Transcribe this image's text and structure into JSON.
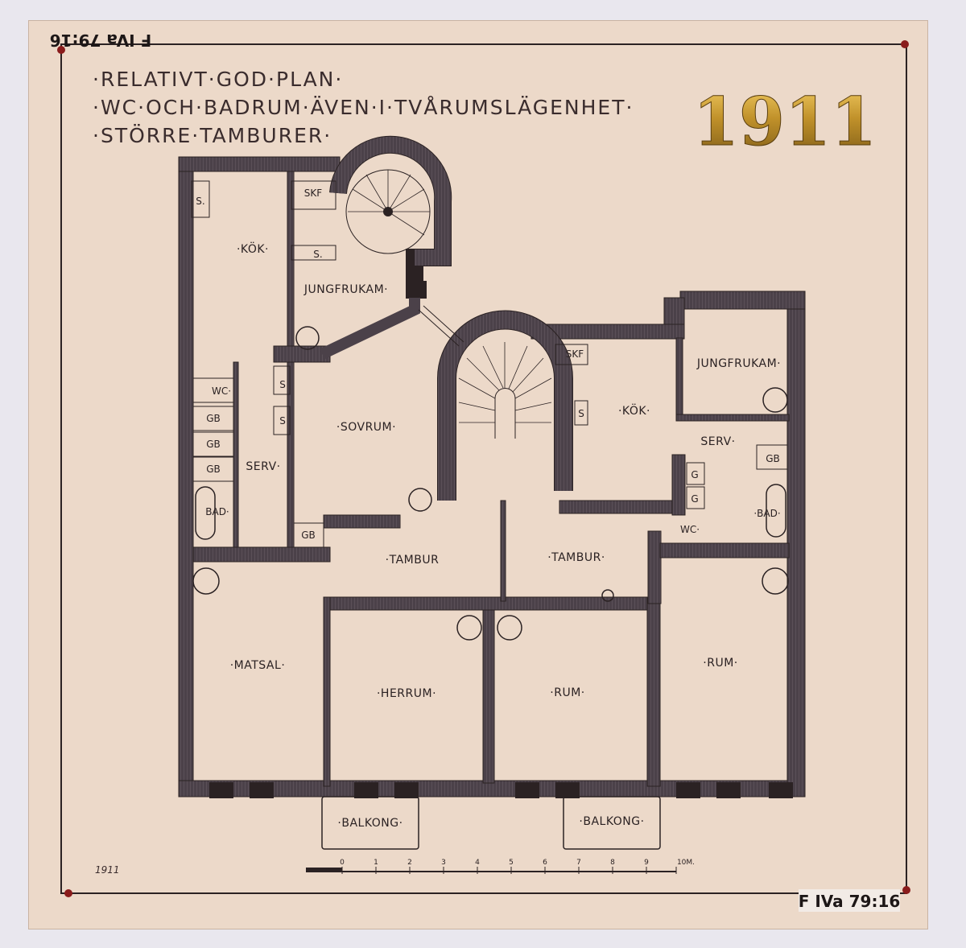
{
  "archive_ref_top": "F IVa 79:16",
  "archive_ref_bottom": "F IVa 79:16",
  "pencil_date": "1911",
  "year_seal": "1911",
  "title_lines": [
    "·RELATIVT·GOD·PLAN·",
    "·WC·OCH·BADRUM·ÄVEN·I·TVÅRUMSLÄGENHET·",
    "·STÖRRE·TAMBURER·"
  ],
  "rooms": {
    "kok_left": "·KÖK·",
    "skf_left": "SKF",
    "s_left_kok": "S.",
    "s_left_small": "S.",
    "jungfrukam_left": "JUNGFRUKAM·",
    "wc_left": "WC·",
    "gb1": "GB",
    "gb2": "GB",
    "gb3": "GB",
    "serv_left": "SERV·",
    "bad_left": "BAD·",
    "sovrum": "·SOVRUM·",
    "s_sov1": "S",
    "s_sov2": "S",
    "gb_left_small": "GB",
    "tambur_left": "·TAMBUR",
    "tambur_right": "·TAMBUR·",
    "skf_right": "SKF",
    "s_right": "S",
    "kok_right": "·KÖK·",
    "jungfrukam_right": "JUNGFRUKAM·",
    "serv_right": "SERV·",
    "gb_right": "GB",
    "g1": "G",
    "g2": "G",
    "bad_right": "·BAD·",
    "wc_right": "WC·",
    "matsal": "·MATSAL·",
    "herrum": "·HERRUM·",
    "rum_mid": "·RUM·",
    "rum_right": "·RUM·",
    "balkong_left": "·BALKONG·",
    "balkong_right": "·BALKONG·"
  },
  "scale_bar": {
    "labels": [
      "0",
      "1",
      "2",
      "3",
      "4",
      "5",
      "6",
      "7",
      "8",
      "9",
      "10M."
    ]
  },
  "colors": {
    "paper": "#ecd9c9",
    "wall": "#4a4048",
    "ink": "#2b2223",
    "gold": "#c99a2e"
  }
}
